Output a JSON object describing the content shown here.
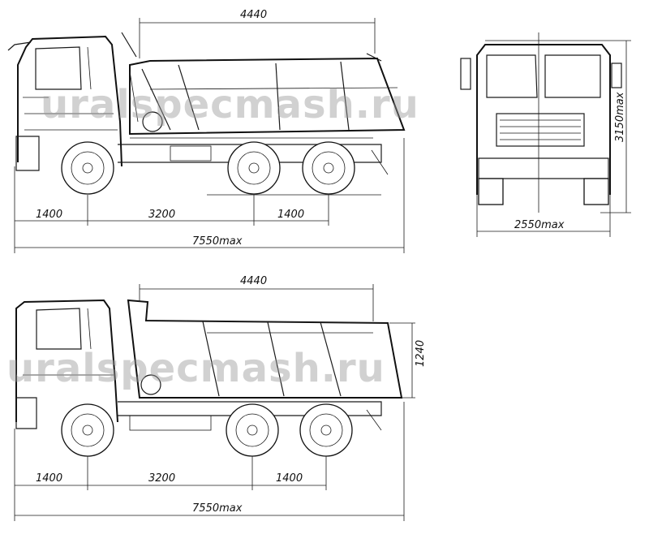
{
  "watermark": "uralspecmash.ru",
  "side_view_top": {
    "body_length": "4440",
    "wheelbase_front": "1400",
    "wheelbase_mid": "3200",
    "wheelbase_rear": "1400",
    "overall_length": "7550max"
  },
  "front_view": {
    "height": "3150max",
    "width": "2550max"
  },
  "side_view_bottom": {
    "body_length": "4440",
    "body_height": "1240",
    "wheelbase_front": "1400",
    "wheelbase_mid": "3200",
    "wheelbase_rear": "1400",
    "overall_length": "7550max"
  },
  "colors": {
    "line": "#1a1a1a",
    "watermark": "#9a9a9a"
  }
}
